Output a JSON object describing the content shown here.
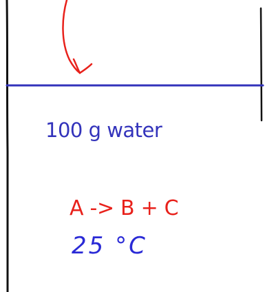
{
  "colors": {
    "ink_black": "#111111",
    "ink_blue": "#3333bb",
    "ink_red": "#e8211b",
    "handwriting_blue": "#2a2ad6"
  },
  "annotations": {
    "water": "100 g water",
    "reaction": "A -> B + C",
    "temperature": "25 °C"
  },
  "icons": {
    "arrow": "down-arrow-icon"
  }
}
